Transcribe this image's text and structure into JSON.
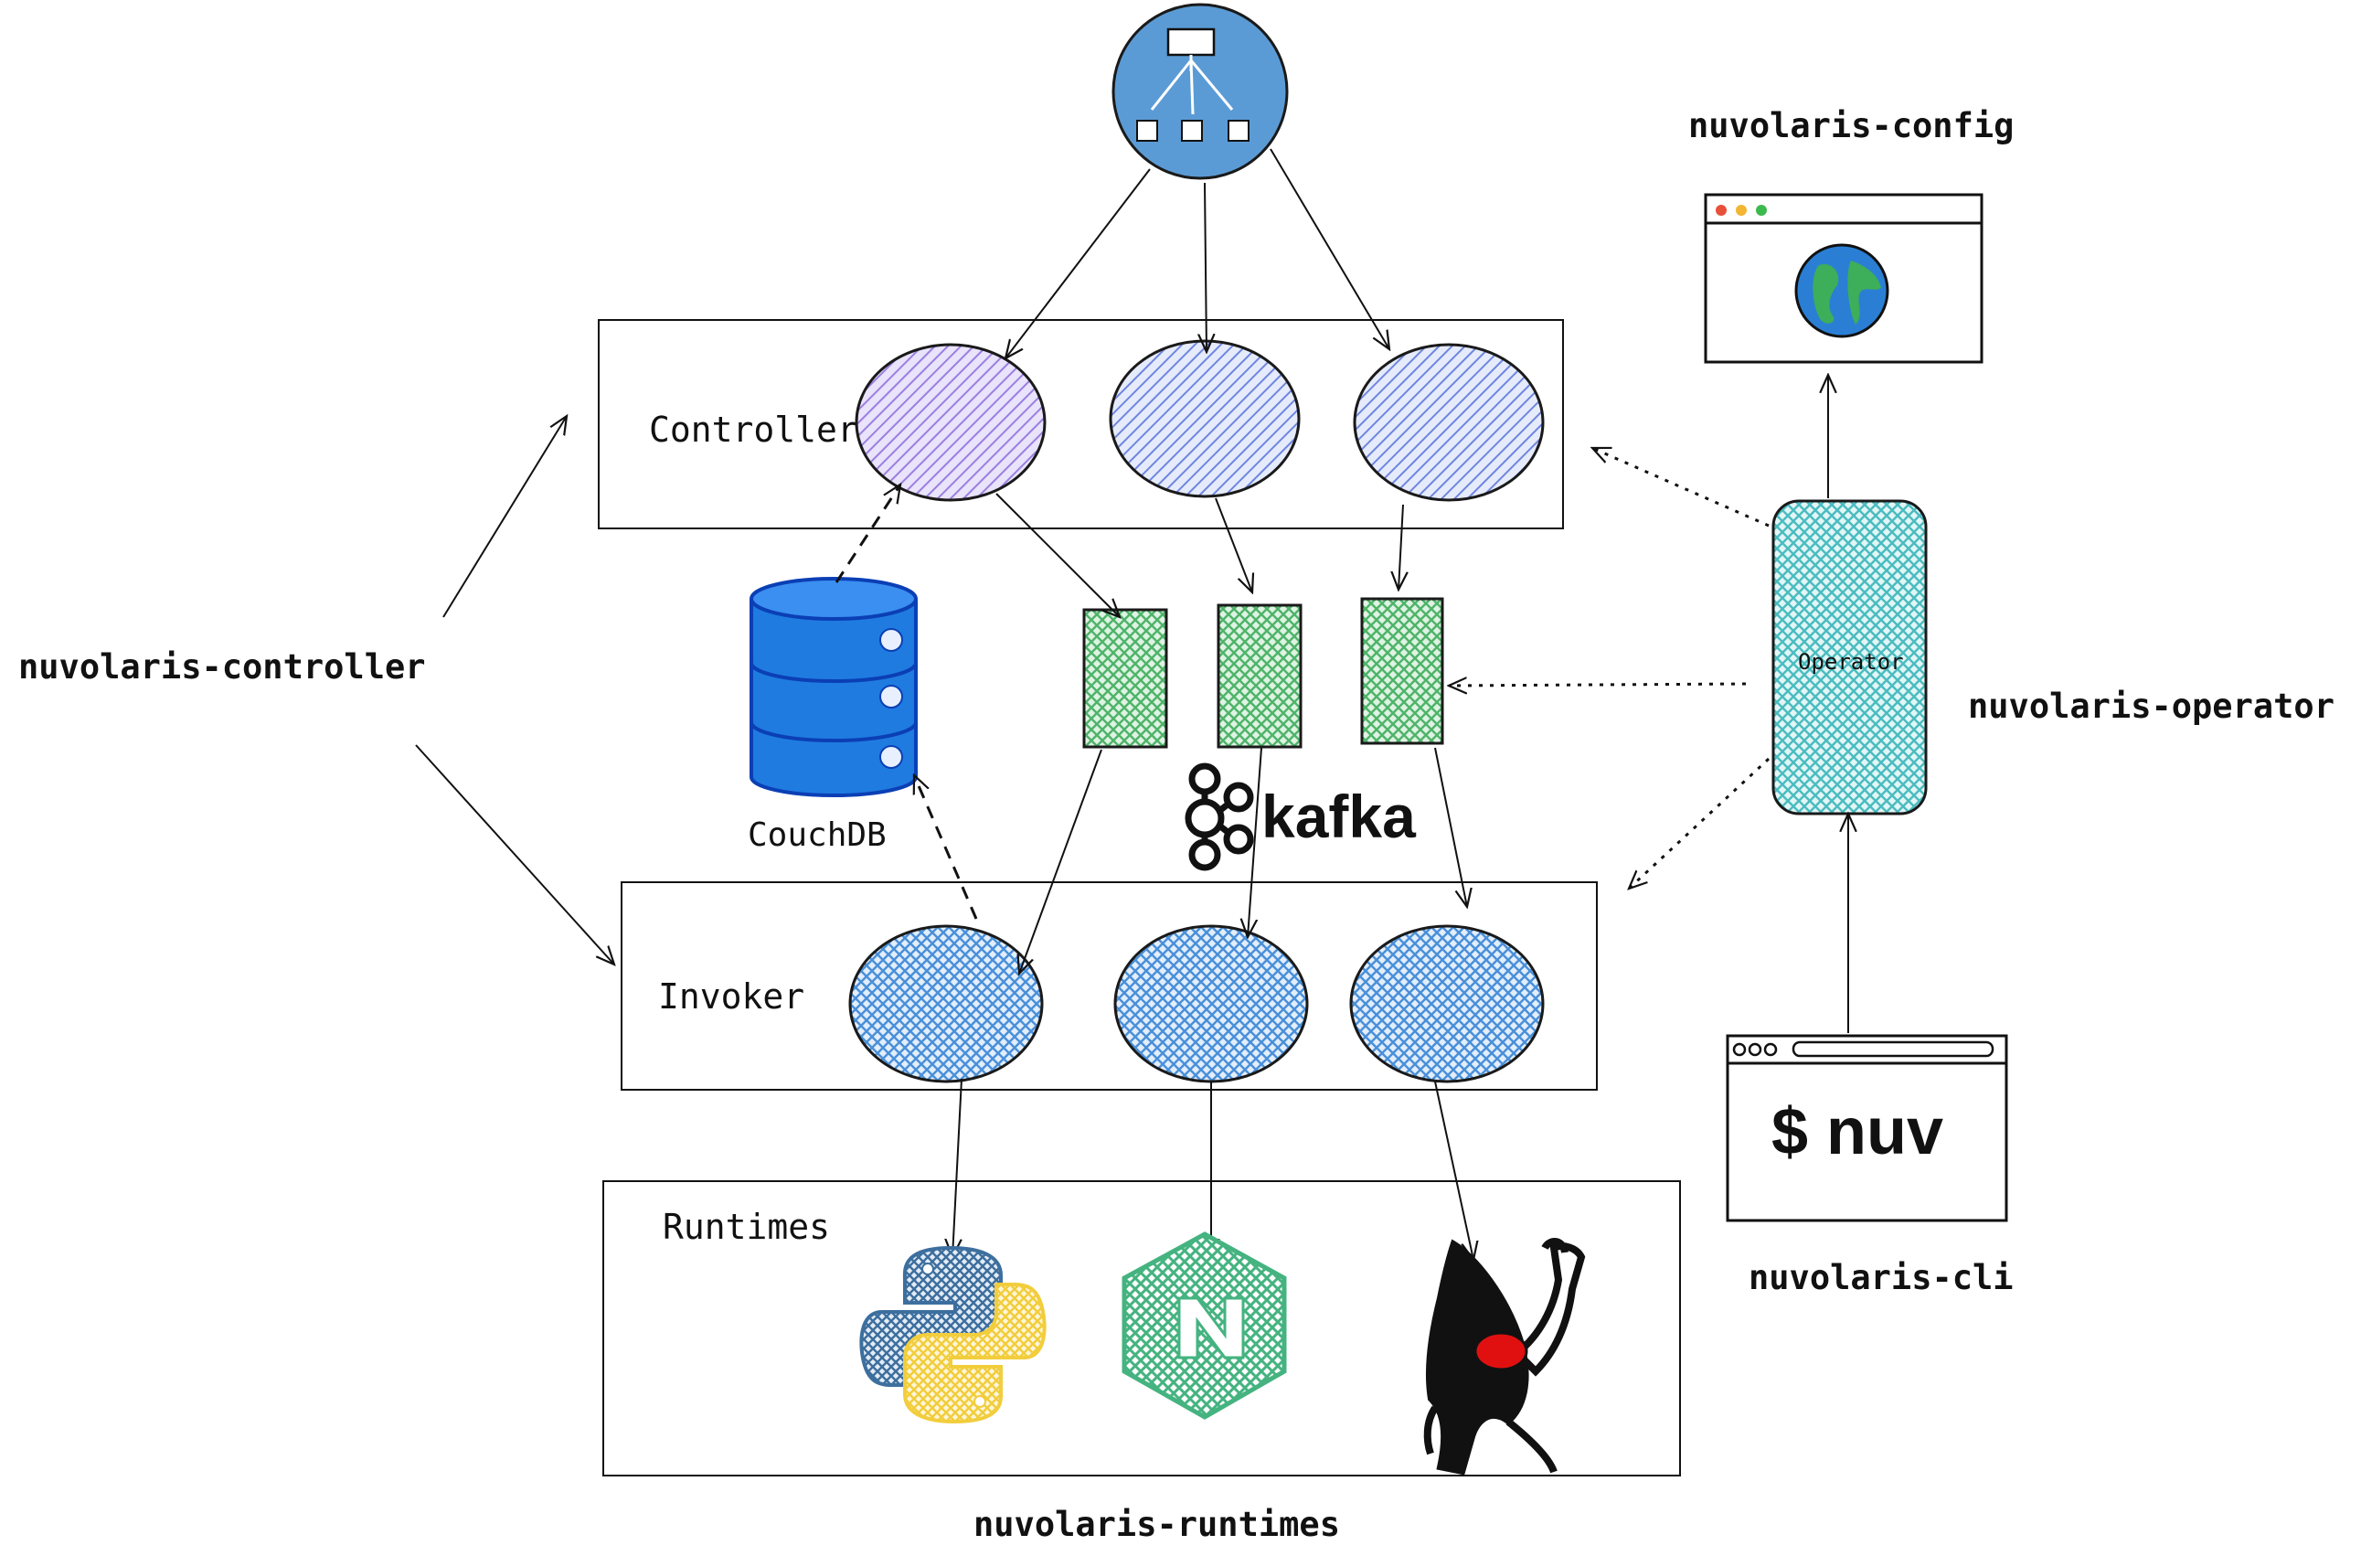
{
  "labels": {
    "controller_group": "nuvolaris-controller",
    "operator_group": "nuvolaris-operator",
    "config_group": "nuvolaris-config",
    "cli_group": "nuvolaris-cli",
    "runtimes_group": "nuvolaris-runtimes"
  },
  "boxes": {
    "controller": "Controller",
    "invoker": "Invoker",
    "runtimes": "Runtimes"
  },
  "components": {
    "couchdb": "CouchDB",
    "kafka": "kafka",
    "operator": "Operator",
    "cli_command": "$ nuv"
  },
  "icons": {
    "load_balancer": "load-balancer-icon",
    "database": "database-icon",
    "kafka": "kafka-logo-icon",
    "browser": "browser-window-icon",
    "globe": "globe-icon",
    "terminal": "terminal-window-icon",
    "python": "python-logo-icon",
    "nodejs": "nodejs-logo-icon",
    "java": "java-duke-icon"
  },
  "colors": {
    "load_balancer": "#5b9bd5",
    "controller_nodes": [
      "#9b7fe0",
      "#7b8fe0",
      "#7b8fe0"
    ],
    "kafka_topics": "#63c27a",
    "invoker_nodes": "#4a90d9",
    "operator": "#5fc6c9",
    "couchdb": "#1f7be0",
    "python_blue": "#3d6f9e",
    "python_yellow": "#f2cd3c",
    "nodejs_green": "#45b380",
    "duke_red": "#e01010"
  }
}
